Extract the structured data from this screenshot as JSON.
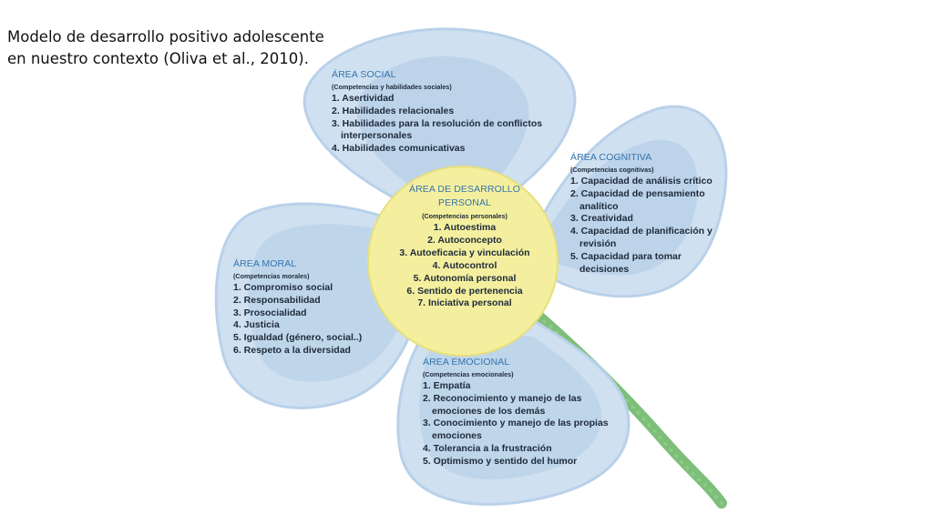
{
  "slide": {
    "title_lines": [
      "Modelo de desarrollo positivo adolescente",
      "en nuestro contexto (Oliva et al., 2010)."
    ]
  },
  "colors": {
    "petal_outer": "#cfe0f0",
    "petal_inner": "#b3cde6",
    "center": "#f4ef9f",
    "stem": "#6fb86a",
    "area_title": "#3574ad",
    "text": "#1e2a3a"
  },
  "areas": {
    "social": {
      "title": "ÁREA SOCIAL",
      "subtitle": "(Competencias y habilidades sociales)",
      "items": [
        "1. Asertividad",
        "2. Habilidades relacionales",
        "3. Habilidades para la resolución de conflictos interpersonales",
        "4. Habilidades comunicativas"
      ]
    },
    "cognitiva": {
      "title": "ÁREA COGNITIVA",
      "subtitle": "(Competencias cognitivas)",
      "items": [
        "1. Capacidad de análisis crítico",
        "2. Capacidad de pensamiento analítico",
        "3. Creatividad",
        "4. Capacidad de planificación y revisión",
        "5. Capacidad para tomar decisiones"
      ]
    },
    "moral": {
      "title": "ÁREA MORAL",
      "subtitle": "(Competencias morales)",
      "items": [
        "1. Compromiso social",
        "2. Responsabilidad",
        "3. Prosocialidad",
        "4. Justicia",
        "5. Igualdad (género, social..)",
        "6. Respeto a la diversidad"
      ]
    },
    "emocional": {
      "title": "ÁREA EMOCIONAL",
      "subtitle": "(Competencias emocionales)",
      "items": [
        "1. Empatía",
        "2. Reconocimiento y manejo de las emociones de los demás",
        "3. Conocimiento y manejo de las propias emociones",
        "4. Tolerancia a la frustración",
        "5. Optimismo y sentido del humor"
      ]
    },
    "personal": {
      "title": "ÁREA DE DESARROLLO PERSONAL",
      "subtitle": "(Competencias personales)",
      "items": [
        "1. Autoestima",
        "2. Autoconcepto",
        "3. Autoeficacia y vinculación",
        "4. Autocontrol",
        "5. Autonomía personal",
        "6. Sentido de pertenencia",
        "7. Iniciativa personal"
      ]
    }
  }
}
